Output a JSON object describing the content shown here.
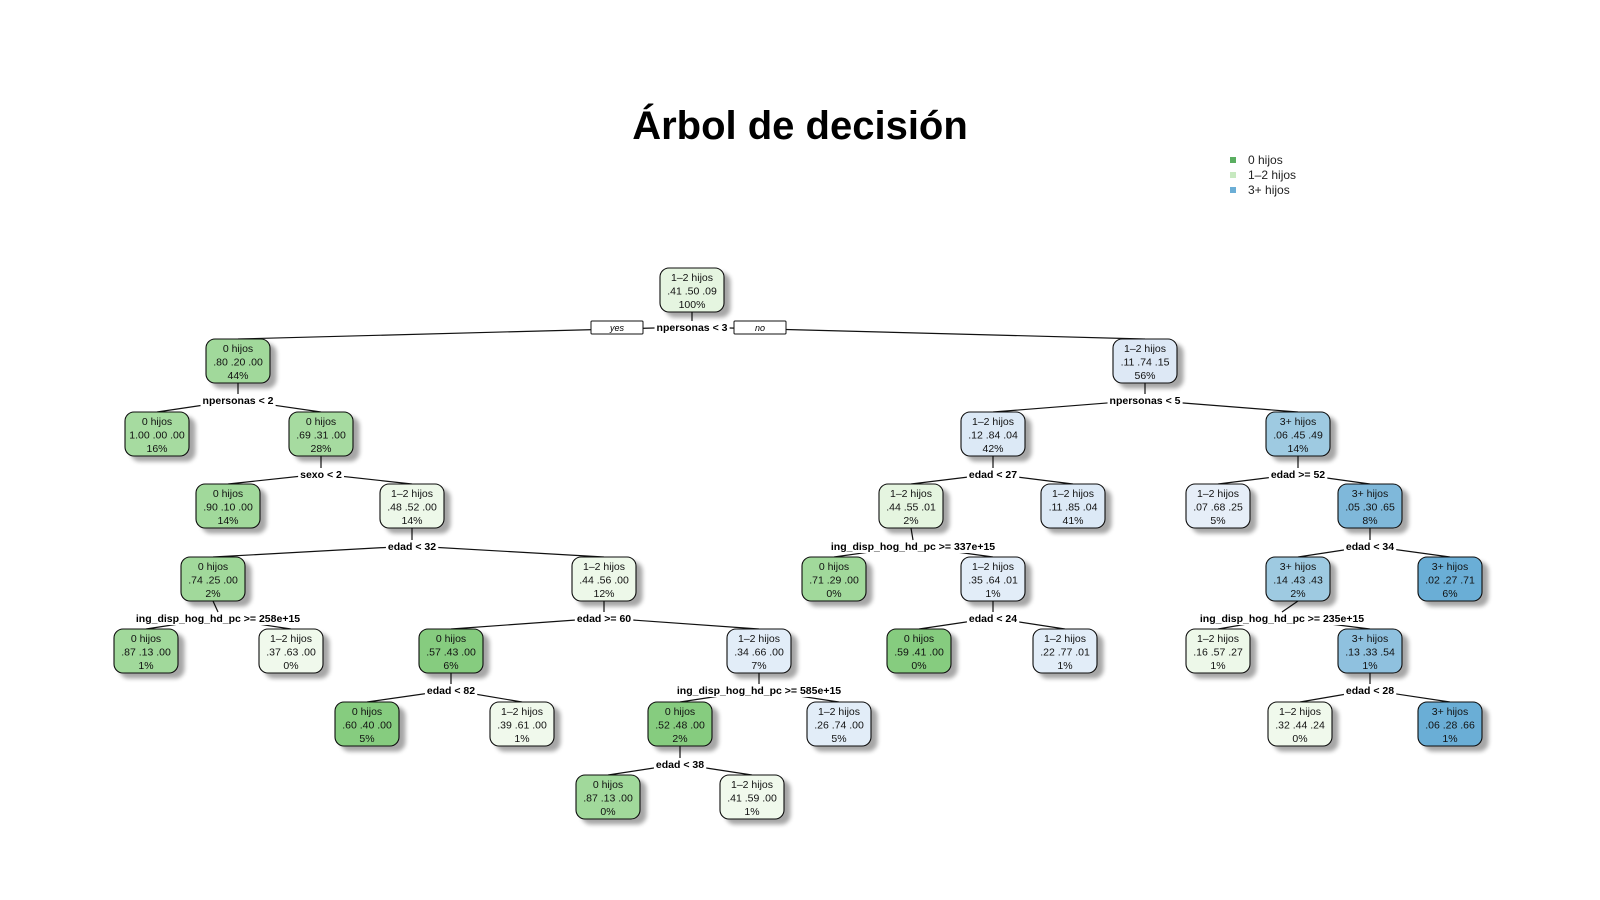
{
  "title": "Árbol de decisión",
  "legend": [
    {
      "label": "0 hijos",
      "color": "#5aae61"
    },
    {
      "label": "1–2 hijos",
      "color": "#c7e9c0"
    },
    {
      "label": "3+ hijos",
      "color": "#6baed6"
    }
  ],
  "yes_label": "yes",
  "no_label": "no",
  "nodes": [
    {
      "id": "n0",
      "class": "1–2 hijos",
      "probs": ".41  .50  .09",
      "pct": "100%",
      "fill": "#e5f5e0"
    },
    {
      "id": "n1",
      "class": "0 hijos",
      "probs": ".80  .20  .00",
      "pct": "44%",
      "fill": "#a1d99b"
    },
    {
      "id": "n2",
      "class": "1–2 hijos",
      "probs": ".11  .74  .15",
      "pct": "56%",
      "fill": "#dde8f5"
    },
    {
      "id": "n3",
      "class": "0 hijos",
      "probs": "1.00  .00  .00",
      "pct": "16%",
      "fill": "#a6dba0"
    },
    {
      "id": "n4",
      "class": "0 hijos",
      "probs": ".69  .31  .00",
      "pct": "28%",
      "fill": "#a6dba0"
    },
    {
      "id": "n5",
      "class": "1–2 hijos",
      "probs": ".12  .84  .04",
      "pct": "42%",
      "fill": "#dce9f6"
    },
    {
      "id": "n6",
      "class": "3+ hijos",
      "probs": ".06  .45  .49",
      "pct": "14%",
      "fill": "#9ecae1"
    },
    {
      "id": "n7",
      "class": "0 hijos",
      "probs": ".90  .10  .00",
      "pct": "14%",
      "fill": "#a1d99b"
    },
    {
      "id": "n8",
      "class": "1–2 hijos",
      "probs": ".48  .52  .00",
      "pct": "14%",
      "fill": "#edf8e9"
    },
    {
      "id": "n9",
      "class": "1–2 hijos",
      "probs": ".44  .55  .01",
      "pct": "2%",
      "fill": "#e5f5e0"
    },
    {
      "id": "n10",
      "class": "1–2 hijos",
      "probs": ".11  .85  .04",
      "pct": "41%",
      "fill": "#dce9f6"
    },
    {
      "id": "n11",
      "class": "1–2 hijos",
      "probs": ".07  .68  .25",
      "pct": "5%",
      "fill": "#e6eef8"
    },
    {
      "id": "n12",
      "class": "3+ hijos",
      "probs": ".05  .30  .65",
      "pct": "8%",
      "fill": "#7fb8da"
    },
    {
      "id": "n13",
      "class": "0 hijos",
      "probs": ".74  .25  .00",
      "pct": "2%",
      "fill": "#a1d99b"
    },
    {
      "id": "n14",
      "class": "1–2 hijos",
      "probs": ".44  .56  .00",
      "pct": "12%",
      "fill": "#edf8e9"
    },
    {
      "id": "n15",
      "class": "0 hijos",
      "probs": ".71  .29  .00",
      "pct": "0%",
      "fill": "#a1d99b"
    },
    {
      "id": "n16",
      "class": "1–2 hijos",
      "probs": ".35  .64  .01",
      "pct": "1%",
      "fill": "#e2edf8"
    },
    {
      "id": "n17",
      "class": "3+ hijos",
      "probs": ".14  .43  .43",
      "pct": "2%",
      "fill": "#9ecae1"
    },
    {
      "id": "n18",
      "class": "3+ hijos",
      "probs": ".02  .27  .71",
      "pct": "6%",
      "fill": "#6baed6"
    },
    {
      "id": "n19",
      "class": "0 hijos",
      "probs": ".87  .13  .00",
      "pct": "1%",
      "fill": "#a1d99b"
    },
    {
      "id": "n20",
      "class": "1–2 hijos",
      "probs": ".37  .63  .00",
      "pct": "0%",
      "fill": "#f0f9ec"
    },
    {
      "id": "n21",
      "class": "0 hijos",
      "probs": ".57  .43  .00",
      "pct": "6%",
      "fill": "#86cc7f"
    },
    {
      "id": "n22",
      "class": "1–2 hijos",
      "probs": ".34  .66  .00",
      "pct": "7%",
      "fill": "#e2edf8"
    },
    {
      "id": "n23",
      "class": "0 hijos",
      "probs": ".59  .41  .00",
      "pct": "0%",
      "fill": "#86cc7f"
    },
    {
      "id": "n24",
      "class": "1–2 hijos",
      "probs": ".22  .77  .01",
      "pct": "1%",
      "fill": "#e2edf8"
    },
    {
      "id": "n25",
      "class": "1–2 hijos",
      "probs": ".16  .57  .27",
      "pct": "1%",
      "fill": "#edf8e9"
    },
    {
      "id": "n26",
      "class": "3+ hijos",
      "probs": ".13  .33  .54",
      "pct": "1%",
      "fill": "#8fc1df"
    },
    {
      "id": "n27",
      "class": "0 hijos",
      "probs": ".60  .40  .00",
      "pct": "5%",
      "fill": "#86cc7f"
    },
    {
      "id": "n28",
      "class": "1–2 hijos",
      "probs": ".39  .61  .00",
      "pct": "1%",
      "fill": "#f0f9ec"
    },
    {
      "id": "n29",
      "class": "0 hijos",
      "probs": ".52  .48  .00",
      "pct": "2%",
      "fill": "#86cc7f"
    },
    {
      "id": "n30",
      "class": "1–2 hijos",
      "probs": ".26  .74  .00",
      "pct": "5%",
      "fill": "#e2edf8"
    },
    {
      "id": "n31",
      "class": "1–2 hijos",
      "probs": ".32  .44  .24",
      "pct": "0%",
      "fill": "#f0f9ec"
    },
    {
      "id": "n32",
      "class": "3+ hijos",
      "probs": ".06  .28  .66",
      "pct": "1%",
      "fill": "#6baed6"
    },
    {
      "id": "n33",
      "class": "0 hijos",
      "probs": ".87  .13  .00",
      "pct": "0%",
      "fill": "#a1d99b"
    },
    {
      "id": "n34",
      "class": "1–2 hijos",
      "probs": ".41  .59  .00",
      "pct": "1%",
      "fill": "#f0f9ec"
    }
  ],
  "splits": [
    {
      "id": "s0",
      "text": "npersonas < 3"
    },
    {
      "id": "s1",
      "text": "npersonas < 2"
    },
    {
      "id": "s2",
      "text": "npersonas < 5"
    },
    {
      "id": "s3",
      "text": "sexo < 2"
    },
    {
      "id": "s4",
      "text": "edad < 27"
    },
    {
      "id": "s5",
      "text": "edad >= 52"
    },
    {
      "id": "s6",
      "text": "edad < 32"
    },
    {
      "id": "s7",
      "text": "ing_disp_hog_hd_pc >= 337e+15"
    },
    {
      "id": "s8",
      "text": "edad < 34"
    },
    {
      "id": "s9",
      "text": "ing_disp_hog_hd_pc >= 258e+15"
    },
    {
      "id": "s10",
      "text": "edad >= 60"
    },
    {
      "id": "s11",
      "text": "edad < 24"
    },
    {
      "id": "s12",
      "text": "ing_disp_hog_hd_pc >= 235e+15"
    },
    {
      "id": "s13",
      "text": "edad < 82"
    },
    {
      "id": "s14",
      "text": "ing_disp_hog_hd_pc >= 585e+15"
    },
    {
      "id": "s15",
      "text": "edad < 28"
    },
    {
      "id": "s16",
      "text": "edad < 38"
    }
  ]
}
